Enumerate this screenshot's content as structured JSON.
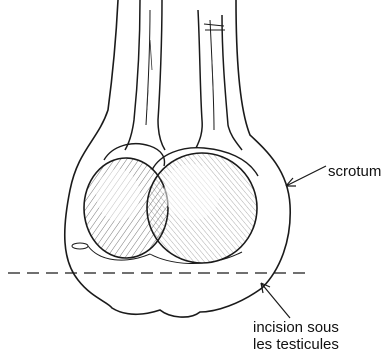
{
  "labels": {
    "scrotum": "scrotum",
    "incision_line1": "incision sous",
    "incision_line2": "les testicules"
  },
  "colors": {
    "ink": "#1a1a1a",
    "background": "#ffffff"
  }
}
